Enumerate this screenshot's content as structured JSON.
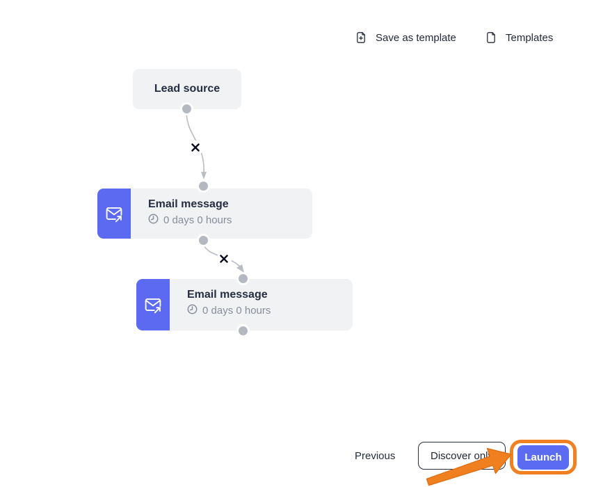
{
  "header": {
    "save_as_template": "Save as template",
    "templates": "Templates"
  },
  "flow": {
    "lead_source": {
      "title": "Lead source"
    },
    "steps": [
      {
        "title": "Email message",
        "delay": "0 days 0 hours"
      },
      {
        "title": "Email message",
        "delay": "0 days 0 hours"
      }
    ]
  },
  "footer": {
    "previous": "Previous",
    "discover": "Discover only",
    "launch": "Launch"
  },
  "icons": {
    "save_as_template": "file-plus-icon",
    "templates": "file-icon",
    "email_step": "envelope-send-icon",
    "delay": "clock-icon",
    "delete_connection": "x-icon"
  },
  "colors": {
    "accent_blue": "#5b6af0",
    "node_background": "#f1f2f4",
    "text_dark": "#262d40",
    "text_muted": "#878d99",
    "connector_gray": "#b9bdc4",
    "annotation_orange": "#f08021"
  }
}
